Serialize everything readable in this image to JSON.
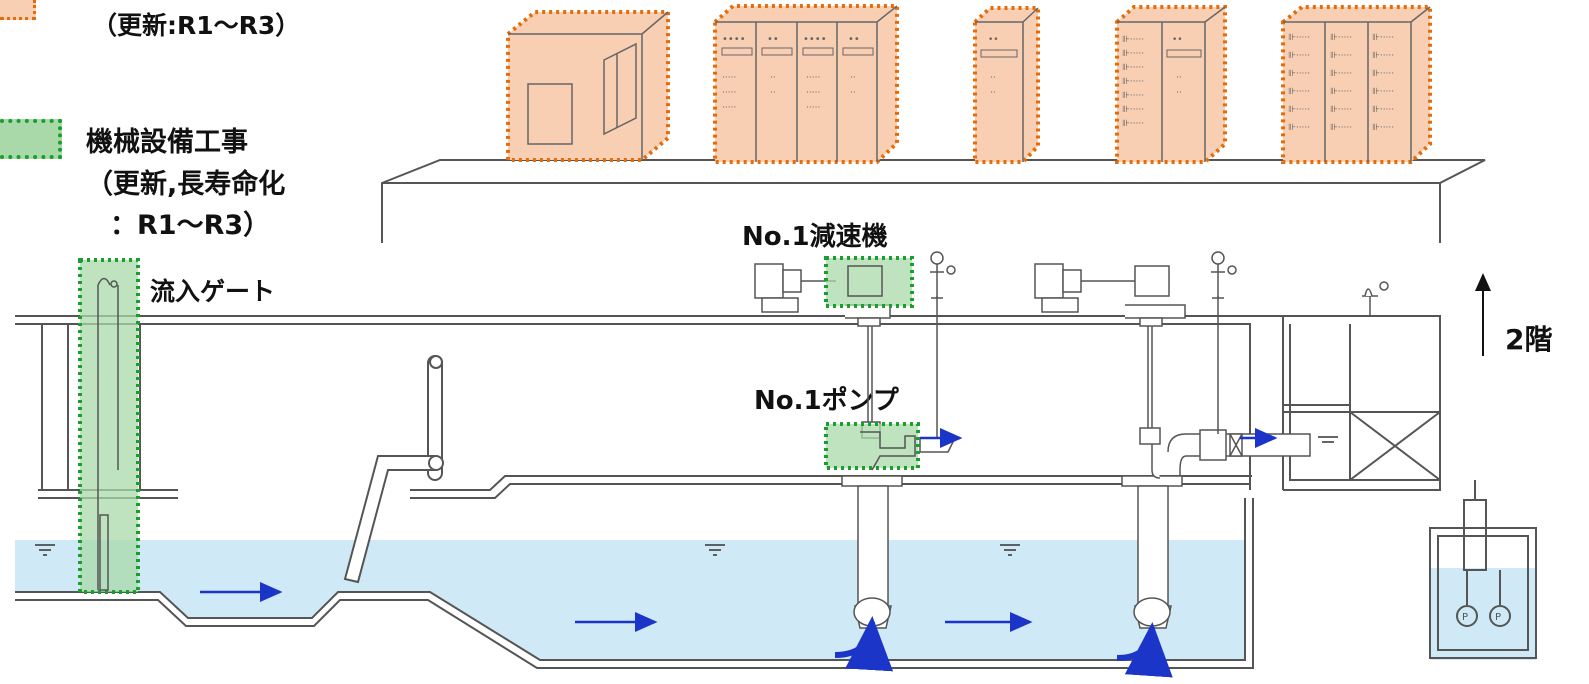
{
  "legend": {
    "electrical": {
      "subtitle": "（更新:R1～R3）",
      "fill": "#f9cfb4",
      "border": "#e46c0a"
    },
    "mechanical": {
      "title": "機械設備工事",
      "line1": "（更新,長寿命化",
      "line2": "：R1～R3）",
      "fill": "#a9d9a9",
      "border": "#1a9e2e"
    }
  },
  "labels": {
    "reducer": "No.1減速機",
    "pump": "No.1ポンプ",
    "inlet_gate": "流入ゲート",
    "floor": "2階"
  },
  "colors": {
    "water": "#cfeaf6",
    "line": "#555555",
    "flow_arrow": "#1a35c8"
  }
}
